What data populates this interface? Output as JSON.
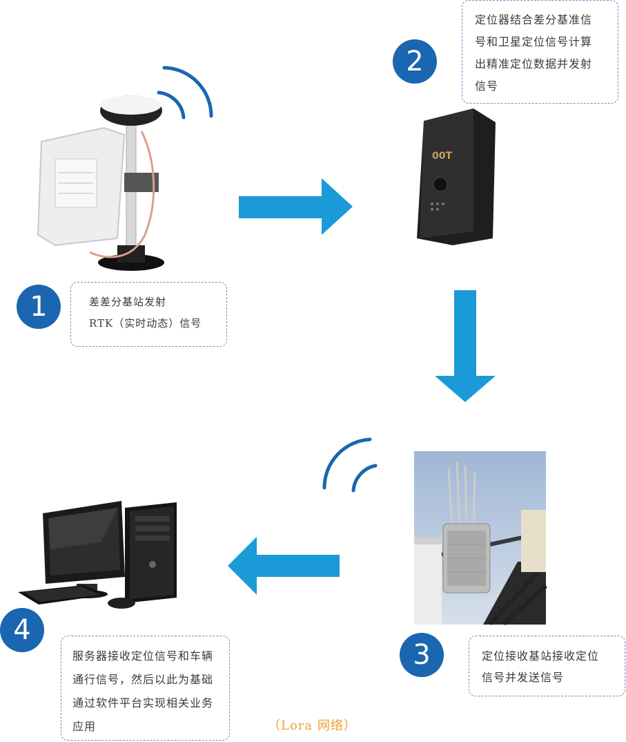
{
  "steps": [
    {
      "number": "1",
      "lines": [
        "差差分基站发射",
        "RTK（实时动态）信号"
      ]
    },
    {
      "number": "2",
      "lines": [
        "定位器结合差分基准信",
        "号和卫星定位信号计算",
        "出精准定位数据并发射",
        "信号"
      ]
    },
    {
      "number": "3",
      "lines": [
        "定位接收基站接收定位",
        "信号并发送信号"
      ]
    },
    {
      "number": "4",
      "lines": [
        "服务器接收定位信号和车辆",
        "通行信号，然后以此为基础",
        "通过软件平台实现相关业务",
        "应用"
      ]
    }
  ],
  "network_label": "（Lora 网络）",
  "device_labels": {
    "locator_text": "00T"
  },
  "colors": {
    "accent": "#1a66b1",
    "arrow": "#1a9ad6",
    "network": "#f0a030"
  }
}
